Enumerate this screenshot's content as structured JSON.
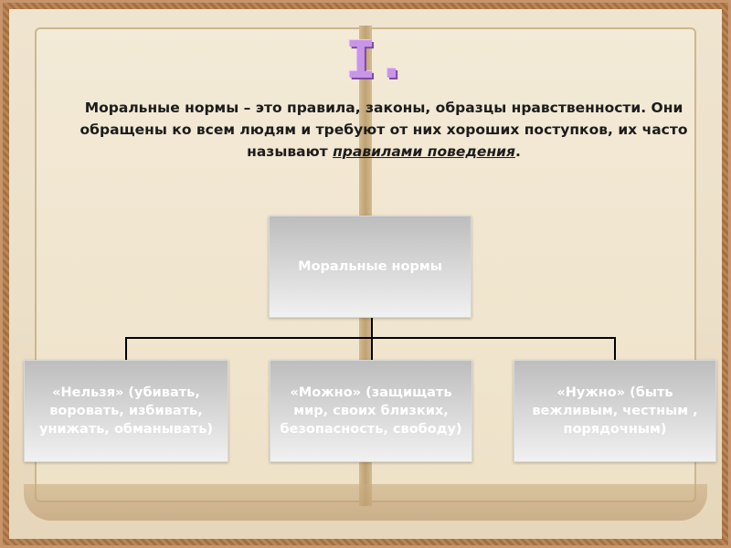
{
  "slide": {
    "numeral": "I.",
    "intro": {
      "text_before": "Моральные нормы – это правила, законы, образцы нравственности. Они обращены ко всем людям и требуют от них хороших поступков, их часто называют ",
      "emphasis": "правилами поведения",
      "text_after": "."
    }
  },
  "diagram": {
    "root": "Моральные нормы",
    "children": [
      "«Нельзя» (убивать, воровать, избивать, унижать, обманывать)",
      "«Можно» (защищать мир, своих близких, безопасность, свободу)",
      "«Нужно» (быть вежливым, честным , порядочным)"
    ]
  },
  "colors": {
    "frame": "#a9774a",
    "page": "#efe4cf",
    "numeral": "#c995e6",
    "box_text": "#ffffff",
    "connector": "#000000"
  }
}
